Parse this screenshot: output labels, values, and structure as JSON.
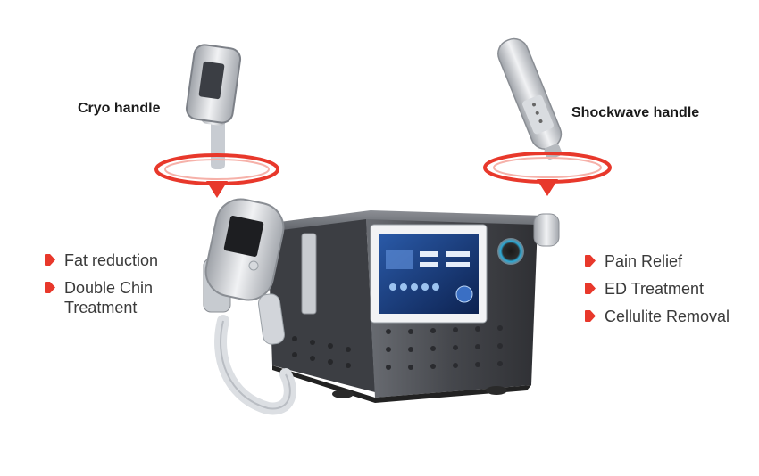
{
  "cryo": {
    "title": "Cryo handle",
    "features": [
      "Fat reduction",
      "Double Chin\nTreatment"
    ]
  },
  "shockwave": {
    "title": "Shockwave handle",
    "features": [
      "Pain Relief",
      "ED Treatment",
      "Cellulite Removal"
    ]
  },
  "colors": {
    "accent": "#e8382b",
    "device_body": "#4a4c52",
    "screen_blue": "#1d3d7a"
  },
  "icons": [
    "bullet-arrow-icon",
    "target-ring-icon"
  ]
}
